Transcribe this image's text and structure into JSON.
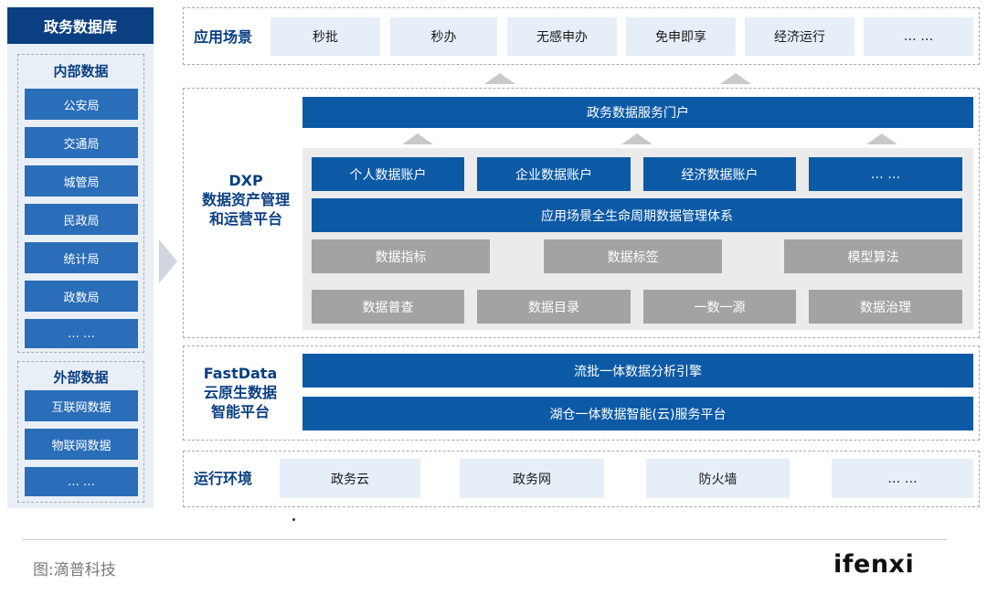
{
  "left": {
    "title": "政务数据库",
    "internal": {
      "title": "内部数据",
      "items": [
        "公安局",
        "交通局",
        "城管局",
        "民政局",
        "统计局",
        "政数局",
        "… …"
      ]
    },
    "external": {
      "title": "外部数据",
      "items": [
        "互联网数据",
        "物联网数据",
        "… …"
      ]
    }
  },
  "scenes": {
    "title": "应用场景",
    "items": [
      "秒批",
      "秒办",
      "无感申办",
      "免申即享",
      "经济运行",
      "… …"
    ]
  },
  "dxp": {
    "title_line1": "DXP",
    "title_line2": "数据资产管理",
    "title_line3": "和运营平台",
    "portal": "政务数据服务门户",
    "accounts": [
      "个人数据账户",
      "企业数据账户",
      "经济数据账户",
      "… …"
    ],
    "lifecycle": "应用场景全生命周期数据管理体系",
    "row1": [
      "数据指标",
      "数据标签",
      "模型算法"
    ],
    "row2": [
      "数据普查",
      "数据目录",
      "一数一源",
      "数据治理"
    ]
  },
  "fastdata": {
    "title_line1": "FastData",
    "title_line2": "云原生数据",
    "title_line3": "智能平台",
    "bar1": "流批一体数据分析引擎",
    "bar2": "湖仓一体数据智能(云)服务平台"
  },
  "runtime": {
    "title": "运行环境",
    "items": [
      "政务云",
      "政务网",
      "防火墙",
      "… …"
    ]
  },
  "footer": {
    "caption": "图:滴普科技",
    "brand": "ifenxi"
  },
  "colors": {
    "dark_blue": "#0a3f82",
    "blue": "#0c5aa6",
    "tile_blue": "#2a6db9",
    "gray": "#a3a3a3",
    "light_blue": "#e6eff8"
  }
}
